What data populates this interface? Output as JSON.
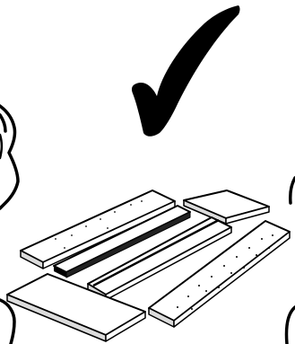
{
  "illustration": {
    "kind": "assembly-instruction-step",
    "meaning": "correct",
    "icons": {
      "approval_mark": "checkmark-icon",
      "panels": "flat-panel-icon",
      "rail": "rail-strip-icon",
      "person_left": "person-silhouette-icon",
      "person_right": "person-silhouette-icon"
    },
    "colors": {
      "ink": "#000000",
      "paper": "#ffffff",
      "panel_edge": "#dcdcdc"
    },
    "panel_count": 6,
    "text": []
  }
}
